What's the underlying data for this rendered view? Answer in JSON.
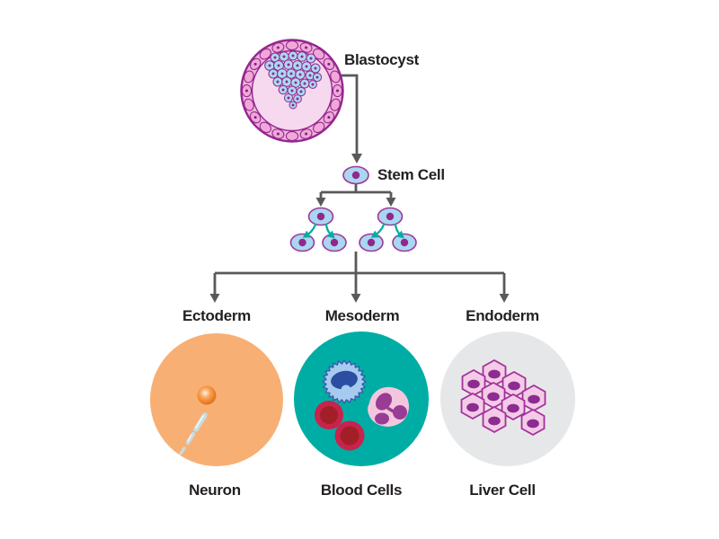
{
  "palette": {
    "connector_gray": "#58595B",
    "teal_accent": "#00ADA4",
    "cell_blue": "#A9D7EF",
    "cell_outline_purple": "#A0379C",
    "nucleus_purple": "#92278F",
    "blastocyst_pink": "#F6D9EE",
    "text_black": "#231F20"
  },
  "blastocyst": {
    "label": "Blastocyst"
  },
  "stem_cell": {
    "label": "Stem Cell"
  },
  "germ_layers": [
    {
      "label": "Ectoderm",
      "derived_cell_label": "Neuron",
      "circle_color": "#F8AF74"
    },
    {
      "label": "Mesoderm",
      "derived_cell_label": "Blood Cells",
      "circle_color": "#00ADA4"
    },
    {
      "label": "Endoderm",
      "derived_cell_label": "Liver Cell",
      "circle_color": "#E6E7E8"
    }
  ]
}
